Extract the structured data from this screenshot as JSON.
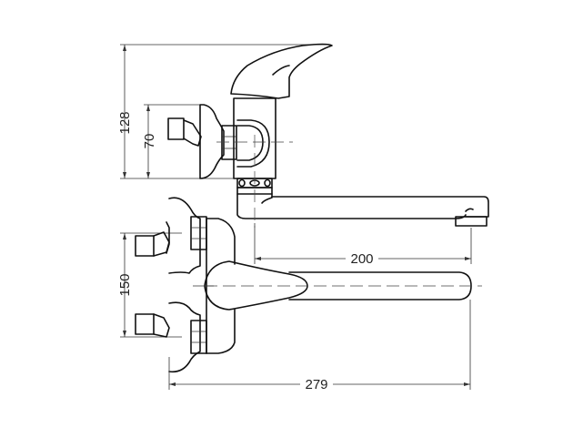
{
  "drawing": {
    "subject": "Wall-mounted single-lever bath faucet with swivel spout",
    "units": "mm",
    "line_color": "#111111",
    "background": "#ffffff",
    "views": [
      {
        "name": "side-elevation",
        "position": "top"
      },
      {
        "name": "top-plan",
        "position": "bottom"
      }
    ]
  },
  "dimensions": {
    "overall_height": {
      "value": "128",
      "orientation": "vertical"
    },
    "inlet_height": {
      "value": "70",
      "orientation": "vertical"
    },
    "inlet_spacing": {
      "value": "150",
      "orientation": "vertical"
    },
    "spout_reach": {
      "value": "200",
      "orientation": "horizontal"
    },
    "overall_length": {
      "value": "279",
      "orientation": "horizontal"
    }
  }
}
